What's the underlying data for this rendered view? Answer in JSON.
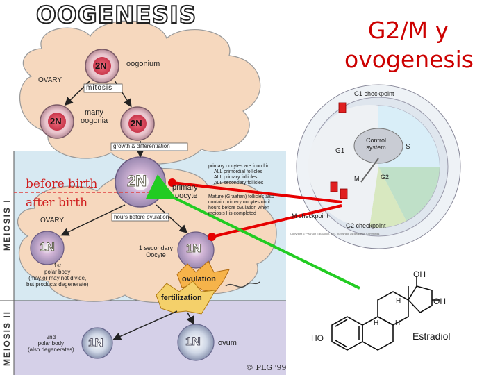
{
  "titles": {
    "oogenesis": "OOGENESIS",
    "right_line1": "G2/M y",
    "right_line2": "ovogenesis"
  },
  "oogenesis_diagram": {
    "ovary_top": "OVARY",
    "ovary_bottom": "OVARY",
    "oogonium": "oogonium",
    "mitosis": "mitosis",
    "many_oogonia_1": "many",
    "many_oogonia_2": "oogonia",
    "growth": "growth & differentiation",
    "before_birth": "before birth",
    "after_birth": "after birth",
    "primary_oocyte_1": "primary",
    "primary_oocyte_2": "oocyte",
    "primary_note_1": "primary oocytes are found in:",
    "primary_note_2": "ALL primordial follicles",
    "primary_note_3": "ALL primary follicles",
    "primary_note_4": "ALL secondary follicles",
    "mature_note_1": "Mature (Graafian) follicles also",
    "mature_note_2": "contain primary oocytes until",
    "mature_note_3": "hours before ovulation when",
    "mature_note_4": "meiosis I is completed",
    "hours_before": "hours before ovulation",
    "first_polar_1": "1st",
    "first_polar_2": "polar body",
    "first_polar_3": "(may or may not divide,",
    "first_polar_4": "but products degenerate)",
    "secondary_oocyte_1": "1 secondary",
    "secondary_oocyte_2": "Oocyte",
    "ovulation": "ovulation",
    "fertilization": "fertilization",
    "second_polar_1": "2nd",
    "second_polar_2": "polar body",
    "second_polar_3": "(also degenerates)",
    "ovum": "ovum",
    "meiosis_1": "MEIOSIS I",
    "meiosis_2": "MEIOSIS II",
    "cell_2n": "2N",
    "cell_1n": "1N",
    "copyright": "© PLG '99"
  },
  "cell_cycle": {
    "g1_checkpoint": "G1 checkpoint",
    "control_system_1": "Control",
    "control_system_2": "system",
    "g1": "G1",
    "s": "S",
    "m": "M",
    "g2": "G2",
    "m_checkpoint": "M checkpoint",
    "g2_checkpoint": "G2 checkpoint",
    "copyright_small": "Copyright © Pearson Education, Inc., publishing as Benjamin Cummings"
  },
  "estradiol": {
    "name": "Estradiol",
    "oh_top": "OH",
    "oh_right": "OH",
    "h1": "H",
    "h2": "H",
    "h3": "H",
    "ho": "HO"
  },
  "colors": {
    "title_red": "#cc0000",
    "arrow_red": "#e60000",
    "arrow_green": "#22cc22",
    "ovary_fill": "#f6d8be",
    "meiosis1_band": "#d7e9f2",
    "meiosis2_band": "#d5d0e8"
  }
}
